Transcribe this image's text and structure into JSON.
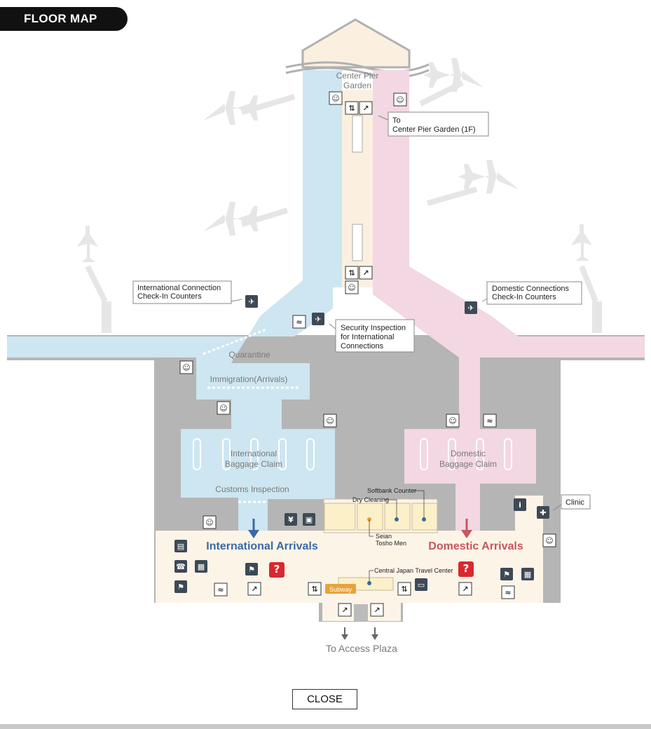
{
  "header": {
    "title": "FLOOR MAP"
  },
  "close_label": "CLOSE",
  "colors": {
    "international": "#cde6f1",
    "domestic": "#f3d7e3",
    "pier": "#fbf0e0",
    "arrivals_hall": "#fdf4e8",
    "restricted": "#b5b5b5",
    "international_text": "#3a6aa4",
    "domestic_text": "#c8565e",
    "icon_dark": "#3d4a55",
    "help_red": "#d9282e"
  },
  "areas": {
    "center_pier_garden": "Center Pier\nGarden",
    "quarantine": "Quarantine",
    "immigration": "Immigration(Arrivals)",
    "intl_baggage": "International\nBaggage Claim",
    "customs": "Customs Inspection",
    "dom_baggage": "Domestic\nBaggage Claim",
    "intl_arrivals": "International Arrivals",
    "dom_arrivals": "Domestic Arrivals",
    "subway": "Subway",
    "to_access_plaza": "To Access Plaza"
  },
  "callouts": {
    "to_center_pier": "To\nCenter Pier Garden (1F)",
    "intl_connection": "International Connection\nCheck-In Counters",
    "security": "Security Inspection\nfor International\nConnections",
    "dom_connections": "Domestic Connections\nCheck-In Counters",
    "clinic": "Clinic"
  },
  "shops": {
    "softbank": "Softbank Counter",
    "dry_cleaning": "Dry Cleaning",
    "seian": "Seian\nTosho Men",
    "travel_center": "Central Japan Travel Center"
  },
  "icon_names": [
    "baby-care-icon",
    "elevator-icon",
    "escalator-icon",
    "airplane-icon",
    "smoking-icon",
    "information-icon",
    "help-icon",
    "clinic-icon",
    "currency-icon",
    "atm-icon",
    "luggage-icon",
    "phone-icon",
    "locker-icon",
    "meeting-point-icon",
    "internet-icon",
    "bus-icon"
  ]
}
